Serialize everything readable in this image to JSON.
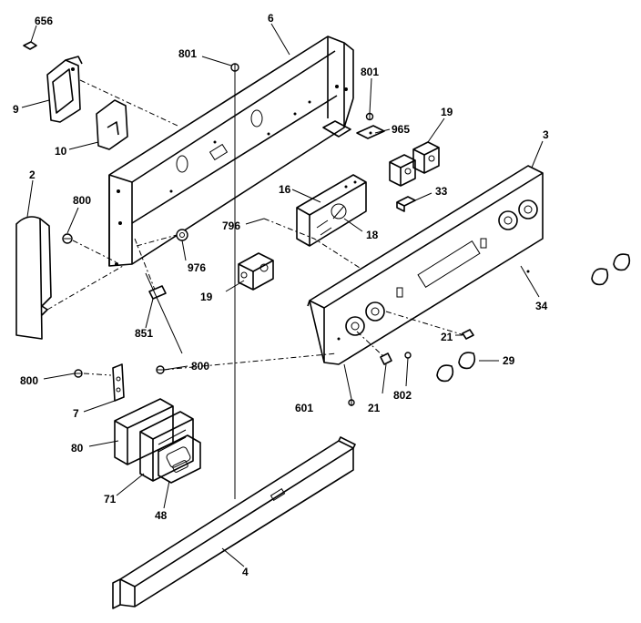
{
  "callouts": [
    {
      "id": "c656",
      "text": "656"
    },
    {
      "id": "c6",
      "text": "6"
    },
    {
      "id": "c801a",
      "text": "801"
    },
    {
      "id": "c801b",
      "text": "801"
    },
    {
      "id": "c965",
      "text": "965"
    },
    {
      "id": "c19a",
      "text": "19"
    },
    {
      "id": "c3",
      "text": "3"
    },
    {
      "id": "c9",
      "text": "9"
    },
    {
      "id": "c10",
      "text": "10"
    },
    {
      "id": "c2",
      "text": "2"
    },
    {
      "id": "c800a",
      "text": "800"
    },
    {
      "id": "c976",
      "text": "976"
    },
    {
      "id": "c16",
      "text": "16"
    },
    {
      "id": "c18",
      "text": "18"
    },
    {
      "id": "c33",
      "text": "33"
    },
    {
      "id": "c796",
      "text": "796"
    },
    {
      "id": "c19b",
      "text": "19"
    },
    {
      "id": "c851",
      "text": "851"
    },
    {
      "id": "c34",
      "text": "34"
    },
    {
      "id": "c21a",
      "text": "21"
    },
    {
      "id": "c29",
      "text": "29"
    },
    {
      "id": "c800b",
      "text": "800"
    },
    {
      "id": "c800c",
      "text": "800"
    },
    {
      "id": "c802",
      "text": "802"
    },
    {
      "id": "c7",
      "text": "7"
    },
    {
      "id": "c601",
      "text": "601"
    },
    {
      "id": "c21b",
      "text": "21"
    },
    {
      "id": "c80",
      "text": "80"
    },
    {
      "id": "c71",
      "text": "71"
    },
    {
      "id": "c48",
      "text": "48"
    },
    {
      "id": "c4",
      "text": "4"
    }
  ]
}
